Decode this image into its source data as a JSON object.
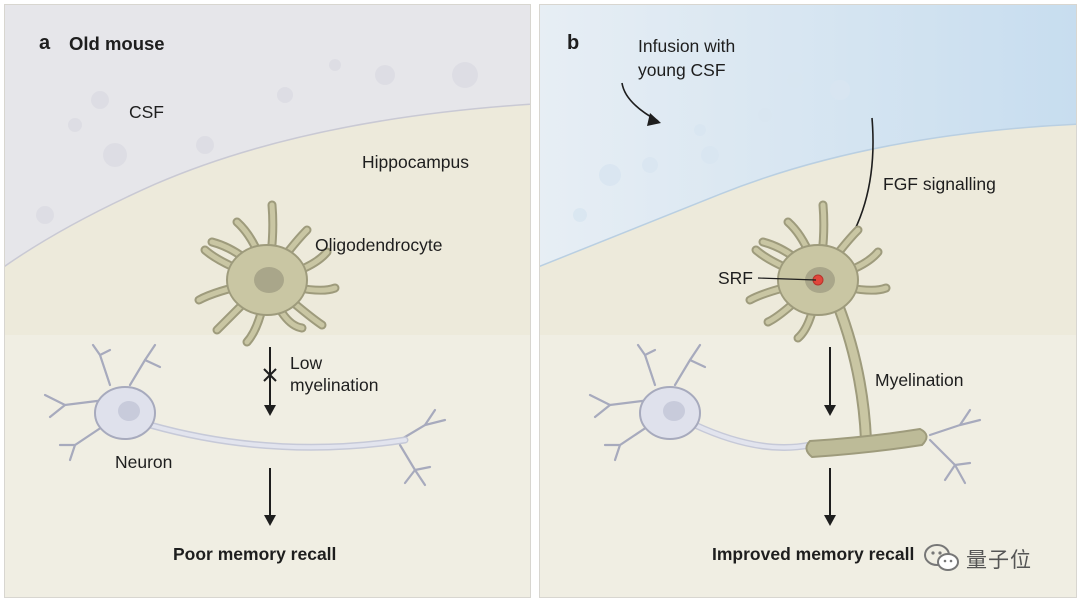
{
  "panel_a": {
    "letter": "a",
    "title": "Old mouse",
    "csf": "CSF",
    "region": "Hippocampus",
    "cell": "Oligodendrocyte",
    "arrow_label_line1": "Low",
    "arrow_label_line2": "myelination",
    "neuron": "Neuron",
    "outcome": "Poor memory recall"
  },
  "panel_b": {
    "letter": "b",
    "infusion_line1": "Infusion with",
    "infusion_line2": "young CSF",
    "signal": "FGF signalling",
    "factor": "SRF",
    "process": "Myelination",
    "outcome": "Improved memory recall"
  },
  "watermark": {
    "text": "量子位",
    "icon": "wechat-icon"
  },
  "colors": {
    "csf_old": "#e6e6ea",
    "csf_young": "#cfe2f2",
    "tissue": "#edeadb",
    "background": "#f5f4ee",
    "glia": "#c9c6a3",
    "glia_stroke": "#9e9b7c",
    "neuron": "#dfe1ec",
    "neuron_stroke": "#a7aabd",
    "myelin": "#bdbb98",
    "srf": "#e0463c"
  }
}
